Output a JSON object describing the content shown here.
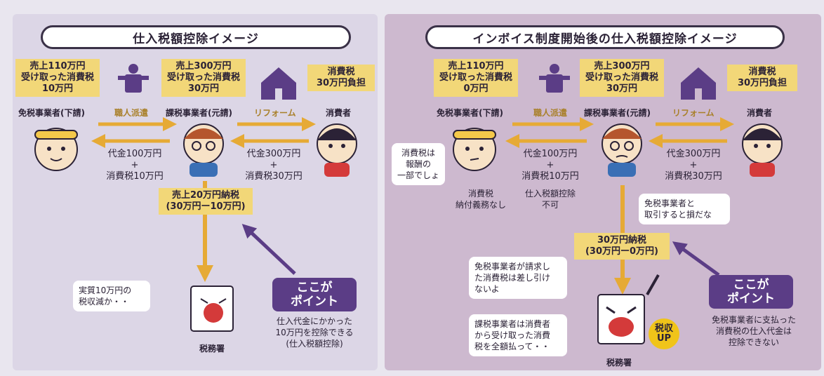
{
  "left": {
    "title": "仕入税額控除イメージ",
    "subcontractor": {
      "box": [
        "売上110万円",
        "受け取った消費税",
        "10万円"
      ],
      "label": "免税事業者(下請)"
    },
    "dispatch_label": "職人派遣",
    "contractor": {
      "box": [
        "売上300万円",
        "受け取った消費税",
        "30万円"
      ],
      "label": "課税事業者(元請)"
    },
    "reform_label": "リフォーム",
    "consumer": {
      "box": [
        "消費税",
        "30万円負担"
      ],
      "label": "消費者"
    },
    "payment_sub": [
      "代金100万円",
      "+",
      "消費税10万円"
    ],
    "payment_consumer": [
      "代金300万円",
      "+",
      "消費税30万円"
    ],
    "tax_box": [
      "売上20万円納税",
      "(30万円ー10万円)"
    ],
    "bubble": [
      "実質10万円の",
      "税収減か・・"
    ],
    "tax_office_label": "税務署",
    "point_title": [
      "ここが",
      "ポイント"
    ],
    "point_note": [
      "仕入代金にかかった",
      "10万円を控除できる",
      "(仕入税額控除)"
    ]
  },
  "right": {
    "title": "インボイス制度開始後の仕入税額控除イメージ",
    "subcontractor": {
      "box": [
        "売上110万円",
        "受け取った消費税",
        "0万円"
      ],
      "label": "免税事業者(下請)",
      "thought": [
        "消費税は",
        "報酬の",
        "一部でしょ"
      ],
      "note": [
        "消費税",
        "納付義務なし"
      ]
    },
    "dispatch_label": "職人派遣",
    "contractor": {
      "box": [
        "売上300万円",
        "受け取った消費税",
        "30万円"
      ],
      "label": "課税事業者(元請)",
      "bubble": [
        "免税事業者と",
        "取引すると損だな"
      ]
    },
    "reform_label": "リフォーム",
    "consumer": {
      "box": [
        "消費税",
        "30万円負担"
      ],
      "label": "消費者"
    },
    "payment_sub": [
      "代金100万円",
      "+",
      "消費税10万円"
    ],
    "no_deduction": [
      "仕入税額控除",
      "不可"
    ],
    "payment_consumer": [
      "代金300万円",
      "+",
      "消費税30万円"
    ],
    "tax_box": [
      "30万円納税",
      "(30万円ー0万円)"
    ],
    "bubble_1": [
      "免税事業者が請求し",
      "た消費税は差し引け",
      "ないよ"
    ],
    "bubble_2": [
      "課税事業者は消費者",
      "から受け取った消費",
      "税を全額払って・・"
    ],
    "badge": [
      "税収",
      "UP"
    ],
    "tax_office_label": "税務署",
    "point_title": [
      "ここが",
      "ポイント"
    ],
    "point_note": [
      "免税事業者に支払った",
      "消費税の仕入代金は",
      "控除できない"
    ]
  },
  "colors": {
    "arrow": "#e6aa35",
    "point_bg": "#5b3d86",
    "yellow_box": "#f2d778",
    "panel_left": "#dcd6e6",
    "panel_right": "#cdb9cf"
  }
}
